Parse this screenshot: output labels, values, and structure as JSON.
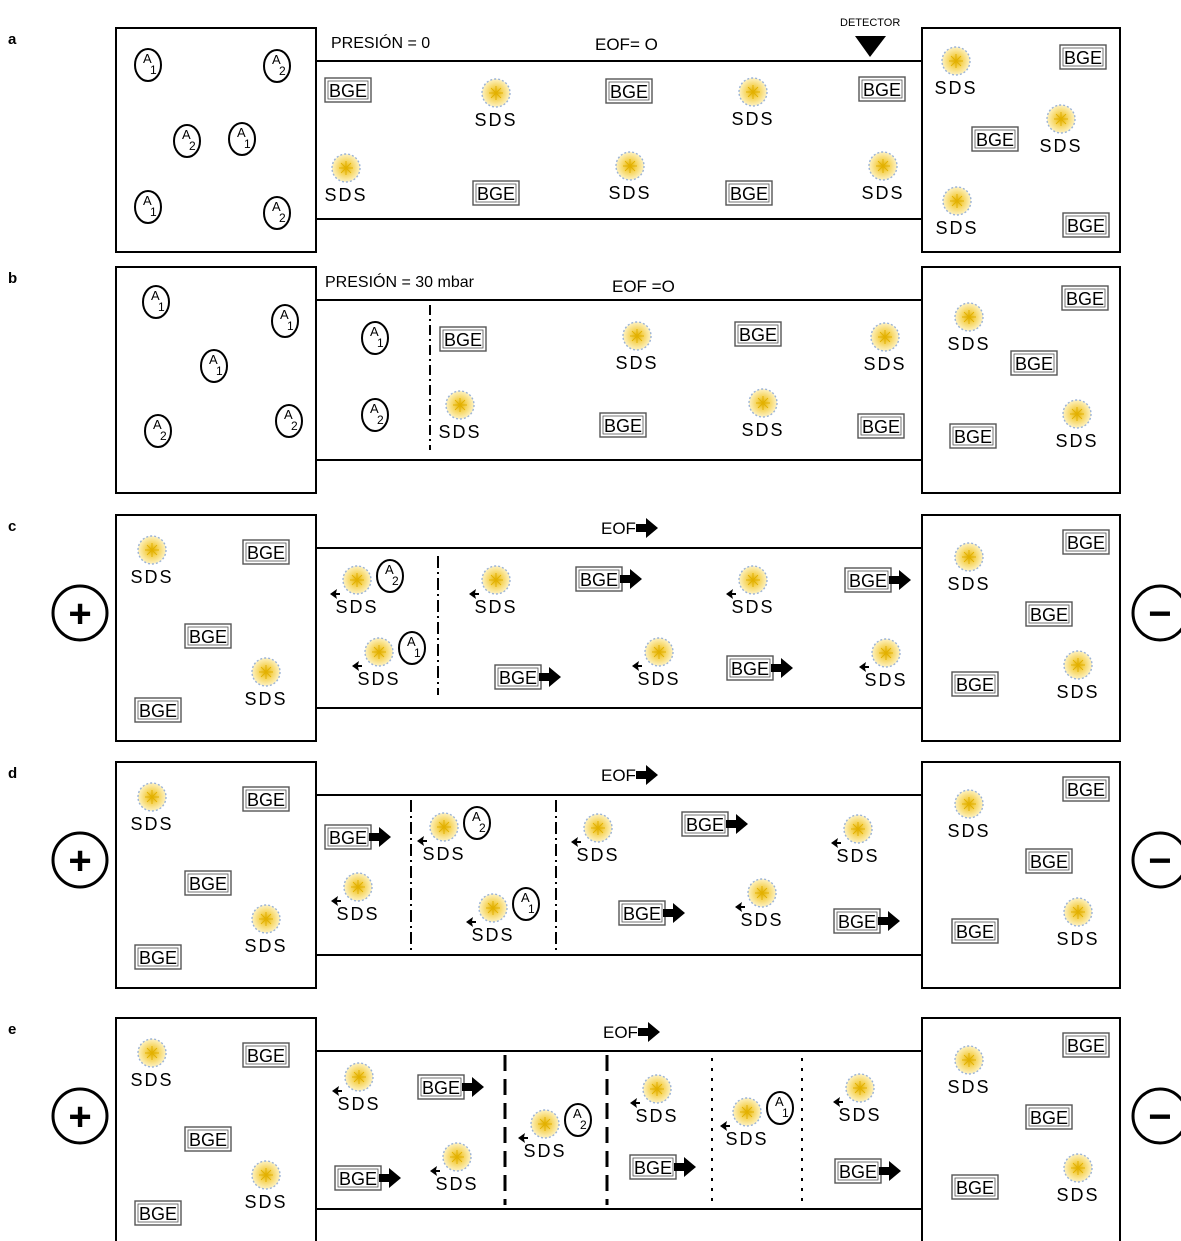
{
  "texts": {
    "sds": "SDS",
    "bge": "BGE",
    "eof": "EOF",
    "plus": "+",
    "minus": "−",
    "a_base": "A",
    "sub_1": "1",
    "sub_2": "2"
  },
  "panels": [
    {
      "letter": "a",
      "pressure": "PRESIÓN = 0",
      "eof": "EOF= O",
      "detector": "DETECTOR"
    },
    {
      "letter": "b",
      "pressure": "PRESIÓN = 30 mbar",
      "eof": "EOF =O"
    },
    {
      "letter": "c"
    },
    {
      "letter": "d"
    },
    {
      "letter": "e"
    }
  ],
  "colors": {
    "micelle_fill": "#fbeaa0",
    "micelle_core": "#e2b000",
    "micelle_rim": "#9bb3d6",
    "bge_border": "#555555",
    "line": "#000000"
  }
}
